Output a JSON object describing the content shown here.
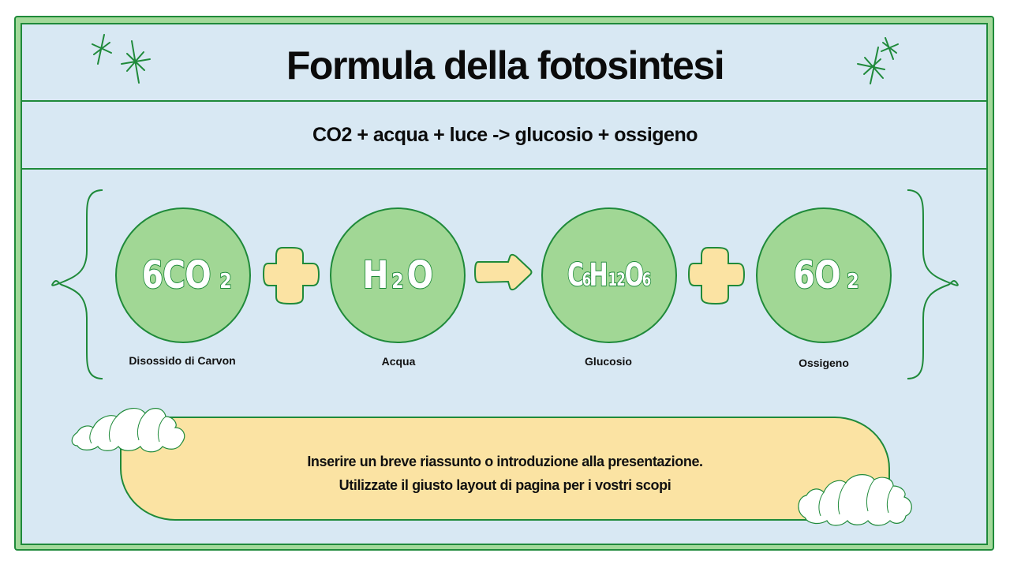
{
  "slide": {
    "title": "Formula della fotosintesi",
    "subtitle": "CO2 + acqua + luce -> glucosio + ossigeno",
    "summary": {
      "line1": "Inserire un breve riassunto o introduzione alla presentazione.",
      "line2": "Utilizzate il giusto layout di pagina per i vostri scopi"
    }
  },
  "equation": {
    "molecules": [
      {
        "parts": [
          {
            "t": "6CO",
            "s": false
          },
          {
            "t": "2",
            "s": true
          }
        ],
        "big1": "6CO",
        "sub1": "2",
        "label": "Disossido di Carvon"
      },
      {
        "big1": "H",
        "sub1": "2",
        "big2": "O",
        "label": "Acqua"
      },
      {
        "big1": "C",
        "sub1": "6",
        "big2": "H",
        "sub2": "12",
        "big3": "O",
        "sub3": "6",
        "label": "Glucosio"
      },
      {
        "big1": "6O",
        "sub1": "2",
        "label": "Ossigeno"
      }
    ],
    "operators": [
      "plus-icon",
      "arrow-right-icon",
      "plus-icon"
    ]
  },
  "colors": {
    "frame_green": "#a3d99a",
    "outline_green": "#1f8a3a",
    "background_blue": "#d8e8f3",
    "circle_green": "#a1d795",
    "accent_yellow": "#fbe3a3",
    "text": "#0b0b0b"
  }
}
